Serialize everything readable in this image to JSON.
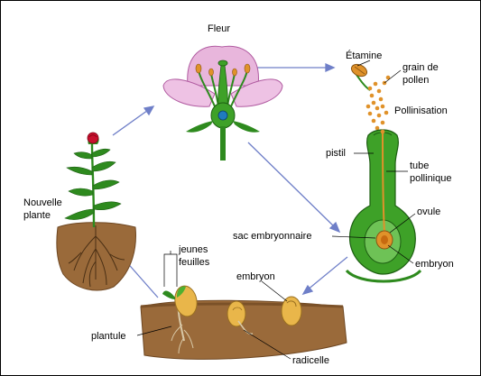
{
  "labels": {
    "fleur": "Fleur",
    "etamine": "Étamine",
    "grain_line1": "grain de",
    "grain_line2": "pollen",
    "pollinisation": "Pollinisation",
    "pistil": "pistil",
    "tube_line1": "tube",
    "tube_line2": "pollinique",
    "ovule": "ovule",
    "sac": "sac embryonnaire",
    "embryon_right": "embryon",
    "embryon_bottom": "embryon",
    "jeunes": "jeunes",
    "feuilles": "feuilles",
    "plantule": "plantule",
    "radicelle": "radicelle",
    "nouvelle": "Nouvelle",
    "plante": "plante"
  },
  "colors": {
    "arrow": "#6f7fc8",
    "petal": "#e8b6dc",
    "petal_edge": "#b05aa0",
    "stem": "#2e8a1e",
    "stem_dark": "#1d5e12",
    "pollen": "#e0922a",
    "soil": "#9a6a3a",
    "seed": "#e9b64a",
    "rose": "#c8102e"
  }
}
